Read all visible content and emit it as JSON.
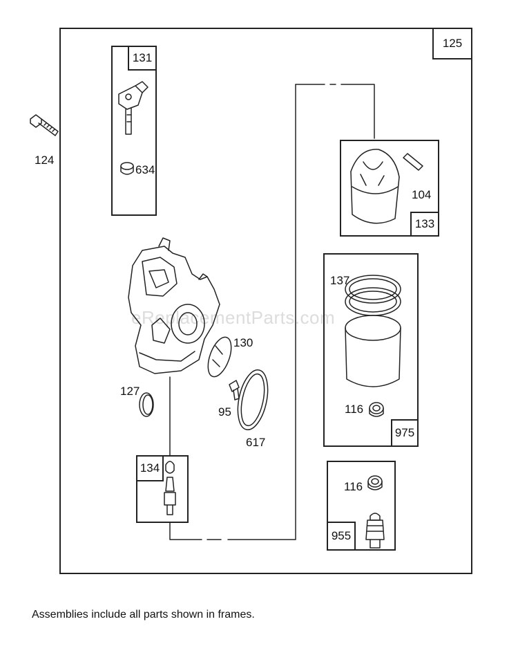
{
  "diagram": {
    "outer_frame_label": "125",
    "watermark": "eReplacementParts.com",
    "footer_note": "Assemblies include all parts shown in frames.",
    "frames": [
      {
        "id": "131",
        "parts": [
          "634"
        ]
      },
      {
        "id": "133",
        "parts": [
          "104"
        ]
      },
      {
        "id": "975",
        "parts": [
          "137",
          "116"
        ]
      },
      {
        "id": "134",
        "parts": []
      },
      {
        "id": "955",
        "parts": [
          "116"
        ]
      }
    ],
    "loose_parts": [
      "124",
      "127",
      "130",
      "95",
      "617"
    ]
  }
}
